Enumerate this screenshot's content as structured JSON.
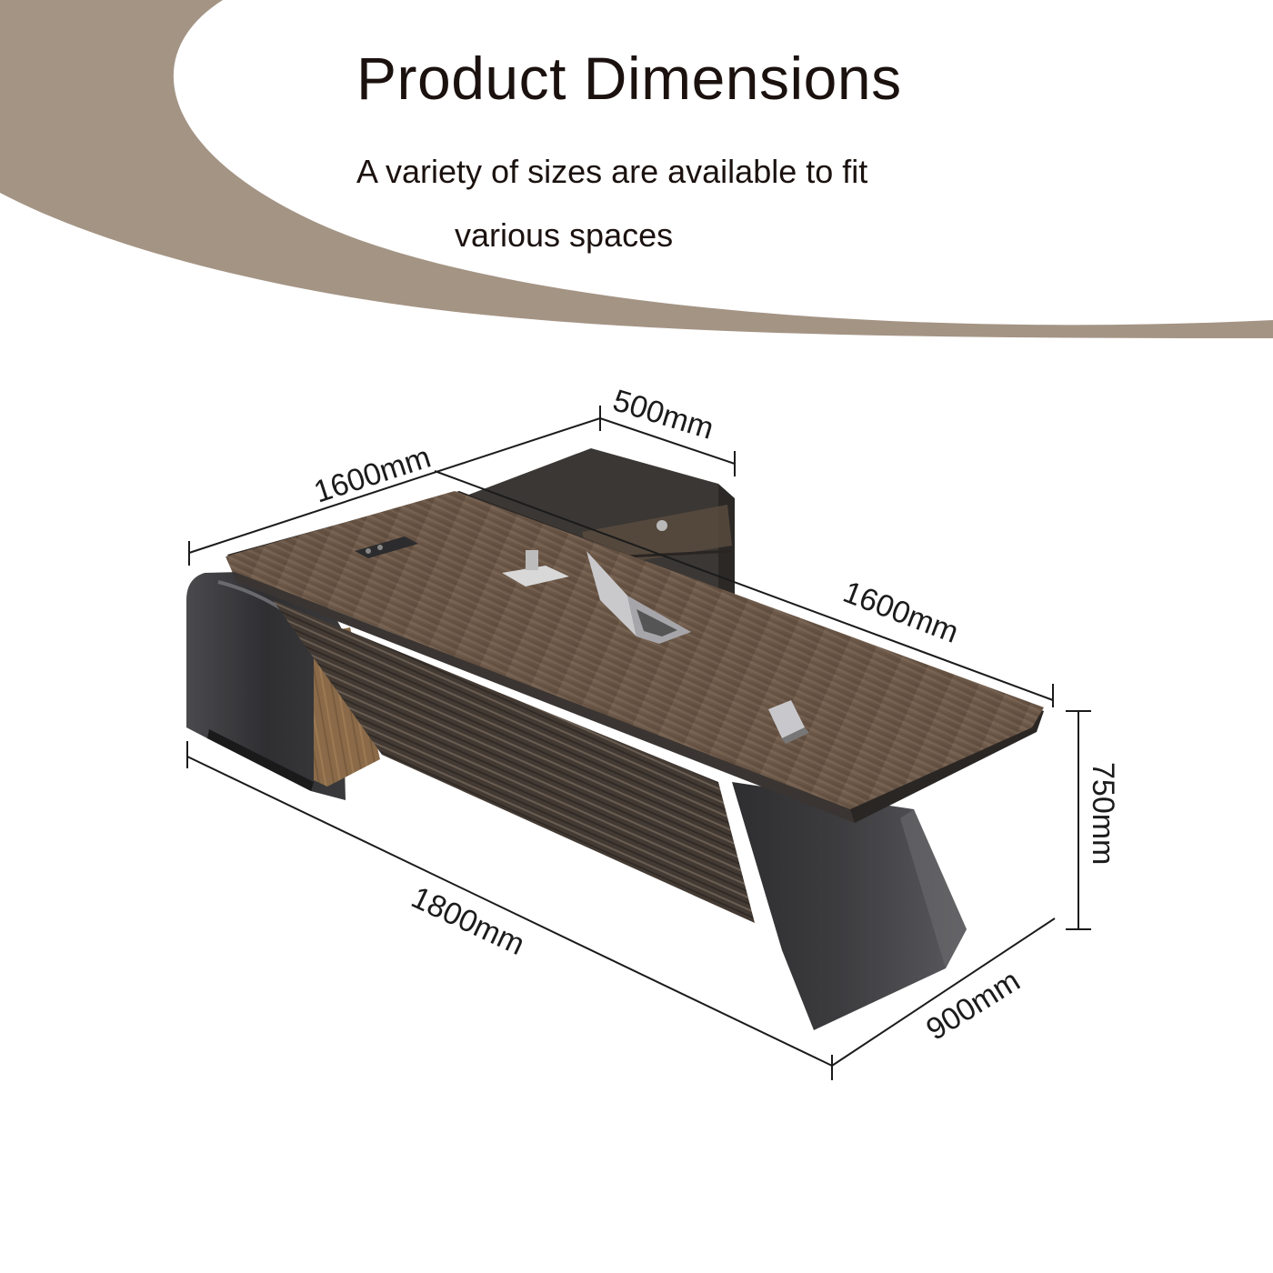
{
  "header": {
    "title": "Product Dimensions",
    "subtitle_line1": "A variety of sizes are available to fit",
    "subtitle_line2": "various spaces"
  },
  "dimensions": {
    "top_return_width": "500mm",
    "top_back_length": "1600mm",
    "top_right_length": "1600mm",
    "height": "750mm",
    "bottom_length": "1800mm",
    "bottom_depth": "900mm"
  },
  "colors": {
    "band": "#a49484",
    "wood": "#6e5a4a",
    "metal": "#3e3e40",
    "text": "#1b120f"
  }
}
